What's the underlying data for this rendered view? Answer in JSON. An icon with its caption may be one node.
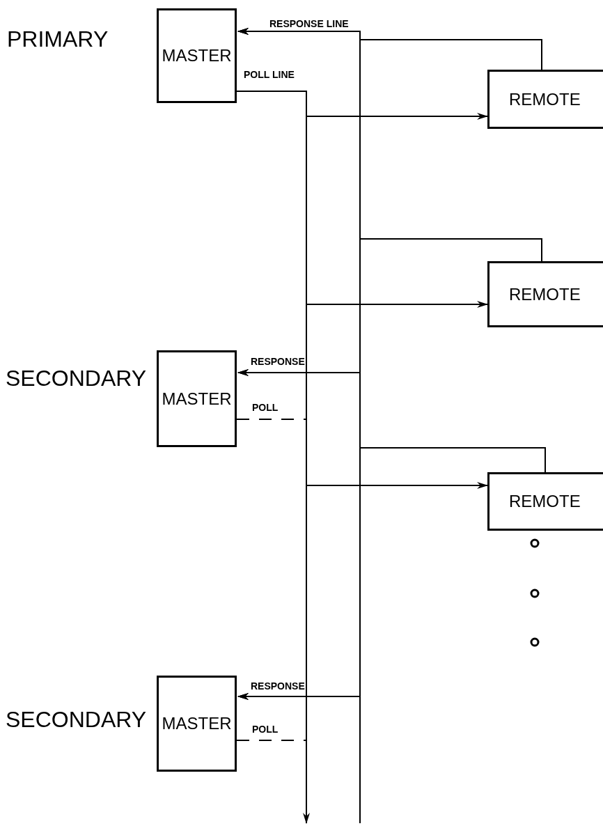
{
  "diagram": {
    "nodes": [
      {
        "text": [
          "MASTER"
        ],
        "beside": [
          "PRIMARY"
        ]
      },
      {
        "text": [
          "REMOTE"
        ]
      },
      {
        "text": [
          "REMOTE"
        ]
      },
      {
        "text": [
          "MASTER"
        ],
        "beside": [
          "SECONDARY"
        ]
      },
      {
        "text": [
          "REMOTE"
        ]
      },
      {
        "text": [
          "MASTER"
        ],
        "beside": [
          "SECONDARY"
        ]
      }
    ],
    "edges": [
      {
        "from": 0,
        "to": 1,
        "arrow": "to",
        "label": "POLL LINE"
      },
      {
        "from": 0,
        "to": 2,
        "arrow": "to"
      },
      {
        "from": 0,
        "to": 4,
        "arrow": "to"
      },
      {
        "from": 0,
        "to": null,
        "arrow": "to"
      },
      {
        "from": 1,
        "to": 0,
        "arrow": "to",
        "label": "RESPONSE LINE"
      },
      {
        "from": 2,
        "to": 0,
        "arrow": "to"
      },
      {
        "from": 4,
        "to": 0,
        "arrow": "to"
      },
      {
        "from": null,
        "to": 0,
        "arrow": "to"
      },
      {
        "from": 1,
        "to": 3,
        "arrow": "to",
        "label": "RESPONSE"
      },
      {
        "from": 2,
        "to": 3,
        "arrow": "to"
      },
      {
        "from": 4,
        "to": 3,
        "arrow": "to"
      },
      {
        "from": 1,
        "to": 5,
        "arrow": "to",
        "label": "RESPONSE"
      },
      {
        "from": 2,
        "to": 5,
        "arrow": "to"
      },
      {
        "from": 4,
        "to": 5,
        "arrow": "to"
      },
      {
        "from": 3,
        "to": null,
        "arrow": "none",
        "style": "dashed",
        "label": "POLL"
      },
      {
        "from": 5,
        "to": null,
        "arrow": "none",
        "style": "dashed",
        "label": "POLL"
      }
    ]
  }
}
